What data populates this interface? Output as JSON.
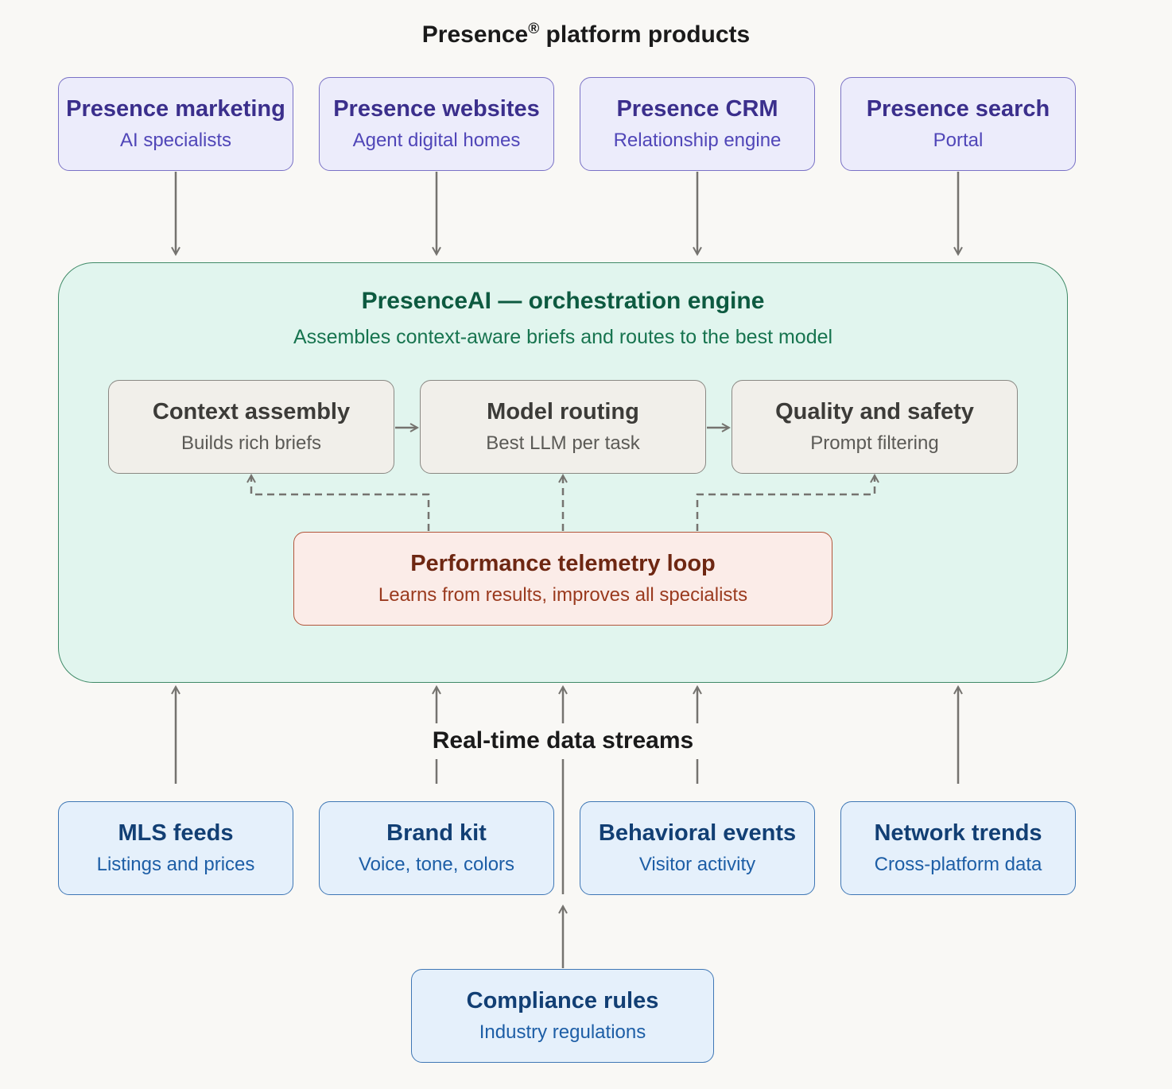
{
  "title": {
    "text": "Presence",
    "mark": "®",
    "rest": " platform products"
  },
  "products": [
    {
      "title": "Presence marketing",
      "subtitle": "AI specialists"
    },
    {
      "title": "Presence websites",
      "subtitle": "Agent digital homes"
    },
    {
      "title": "Presence CRM",
      "subtitle": "Relationship engine"
    },
    {
      "title": "Presence search",
      "subtitle": "Portal"
    }
  ],
  "engine": {
    "title": "PresenceAI — orchestration engine",
    "subtitle": "Assembles context-aware briefs and routes to the best model",
    "stages": [
      {
        "title": "Context assembly",
        "subtitle": "Builds rich briefs"
      },
      {
        "title": "Model routing",
        "subtitle": "Best LLM per task"
      },
      {
        "title": "Quality and safety",
        "subtitle": "Prompt filtering"
      }
    ],
    "telemetry": {
      "title": "Performance telemetry loop",
      "subtitle": "Learns from results, improves all specialists"
    }
  },
  "streams_label": "Real-time data streams",
  "sources": [
    {
      "title": "MLS feeds",
      "subtitle": "Listings and prices"
    },
    {
      "title": "Brand kit",
      "subtitle": "Voice, tone, colors"
    },
    {
      "title": "Behavioral events",
      "subtitle": "Visitor activity"
    },
    {
      "title": "Network trends",
      "subtitle": "Cross-platform data"
    }
  ],
  "compliance": {
    "title": "Compliance rules",
    "subtitle": "Industry regulations"
  },
  "colors": {
    "product": "#ececfb",
    "engine": "#e1f5ee",
    "stage": "#f1efea",
    "telemetry": "#fbece8",
    "source": "#e5f0fb",
    "connector": "#75736f"
  }
}
